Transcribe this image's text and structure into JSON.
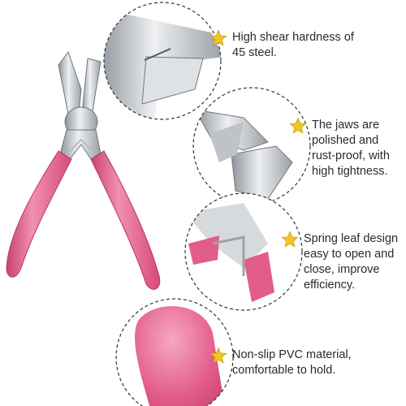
{
  "colors": {
    "handle_pink": "#e35d8a",
    "handle_highlight": "#f39ab8",
    "steel": "#c9ccd1",
    "steel_dark": "#7d8289",
    "star_gold": "#f3c623",
    "dashed_circle": "#333333"
  },
  "features": [
    {
      "icon": "star-icon",
      "text": "High shear hardness of\n45 steel."
    },
    {
      "icon": "star-icon",
      "text": "The jaws are\npolished and\nrust-proof, with\nhigh tightness."
    },
    {
      "icon": "star-icon",
      "text": "Spring leaf design\neasy to open and\nclose, improve\nefficiency."
    },
    {
      "icon": "star-icon",
      "text": "Non-slip PVC material,\ncomfortable to hold."
    }
  ]
}
